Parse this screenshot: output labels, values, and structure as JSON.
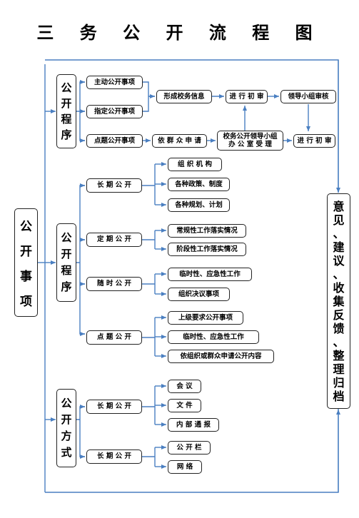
{
  "title": "三 务 公 开 流 程 图",
  "left_box": {
    "chars": [
      "公",
      "开",
      "事",
      "项"
    ]
  },
  "right_box": {
    "chars": [
      "意",
      "见",
      "、",
      "建",
      "议",
      "、",
      "收",
      "集",
      "反",
      "馈",
      "、",
      "整",
      "理",
      "归",
      "档"
    ]
  },
  "section1": {
    "label": [
      "公",
      "开",
      "程",
      "序"
    ],
    "items": {
      "active": "主动公开事项",
      "designated": "指定公开事项",
      "topic": "点题公开事项",
      "form_info": "形成校务信息",
      "review1": "进 行 初 审",
      "leader_review": "领导小组审核",
      "apply": "依 群 众 申 请",
      "office_line1": "校务公开领导小组",
      "office_line2": "办 公 室 受 理",
      "review2": "进 行 初 审"
    }
  },
  "section2": {
    "label": [
      "公",
      "开",
      "程",
      "序"
    ],
    "groups": [
      {
        "name": "长 期 公 开",
        "items": [
          "组 织 机 构",
          "各种政策、制度",
          "各种规划、计划"
        ]
      },
      {
        "name": "定 期 公 开",
        "items": [
          "常规性工作落实情况",
          "阶段性工作落实情况"
        ]
      },
      {
        "name": "随 时 公 开",
        "items": [
          "临时性、应急性工作",
          "组织决议事项"
        ]
      },
      {
        "name": "点 题 公 开",
        "items": [
          "上级要求公开事项",
          "临时性、应急性工作",
          "依组织或群众申请公开内容"
        ]
      }
    ]
  },
  "section3": {
    "label": [
      "公",
      "开",
      "方",
      "式"
    ],
    "groups": [
      {
        "name": "长 期 公 开",
        "items": [
          "会 议",
          "文 件",
          "内 部 通 报"
        ]
      },
      {
        "name": "长 期 公 开",
        "items": [
          "公 开 栏",
          "网 络"
        ]
      }
    ]
  },
  "colors": {
    "line": "#4a7fc1",
    "border": "#222222"
  }
}
